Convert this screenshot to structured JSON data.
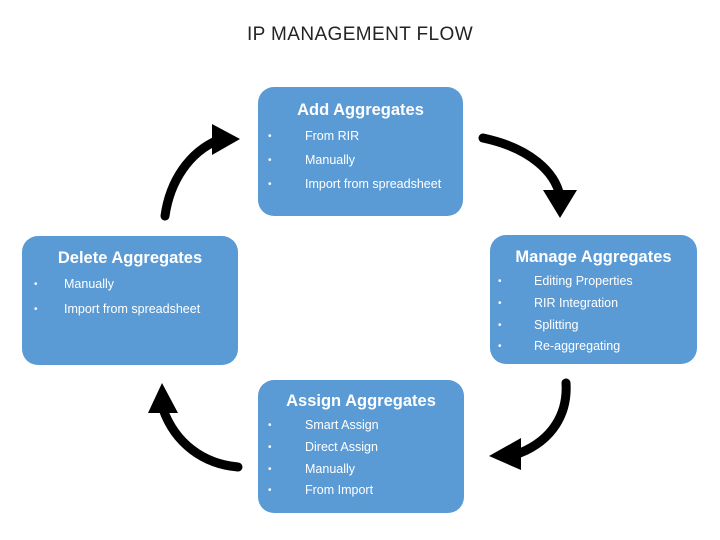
{
  "slide": {
    "title": "IP MANAGEMENT FLOW",
    "background_color": "#FFFFFF",
    "accent_color": "#5B9BD5",
    "text_color": "#FFFFFF",
    "title_color": "#242424",
    "arrow_color": "#000000"
  },
  "nodes": [
    {
      "id": "add",
      "position": "top",
      "title": "Add Aggregates",
      "bullet_glyph": "•",
      "bullets": [
        "From RIR",
        "Manually",
        "Import from spreadsheet"
      ]
    },
    {
      "id": "manage",
      "position": "right",
      "title": "Manage Aggregates",
      "bullet_glyph": "•",
      "bullets": [
        "Editing Properties",
        "RIR Integration",
        "Splitting",
        "Re-aggregating"
      ]
    },
    {
      "id": "assign",
      "position": "bottom",
      "title": "Assign Aggregates",
      "bullet_glyph": "•",
      "bullets": [
        "Smart Assign",
        "Direct Assign",
        "Manually",
        "From Import"
      ]
    },
    {
      "id": "delete",
      "position": "left",
      "title": "Delete Aggregates",
      "bullet_glyph": "•",
      "bullets": [
        "Manually",
        "Import from spreadsheet"
      ]
    }
  ],
  "arrows": [
    {
      "id": "add-to-manage",
      "from": "add",
      "to": "manage",
      "direction": "clockwise"
    },
    {
      "id": "manage-to-assign",
      "from": "manage",
      "to": "assign",
      "direction": "clockwise"
    },
    {
      "id": "assign-to-delete",
      "from": "assign",
      "to": "delete",
      "direction": "clockwise"
    },
    {
      "id": "delete-to-add",
      "from": "delete",
      "to": "add",
      "direction": "clockwise"
    }
  ]
}
